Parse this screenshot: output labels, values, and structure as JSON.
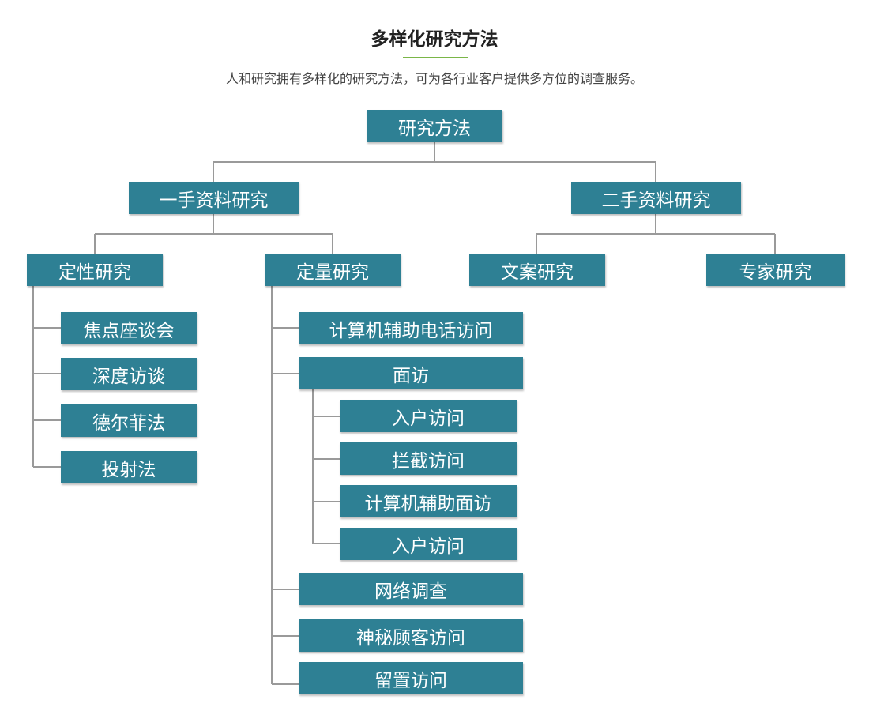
{
  "header": {
    "title": "多样化研究方法",
    "subtitle": "人和研究拥有多样化的研究方法，可为各行业客户提供多方位的调查服务。"
  },
  "colors": {
    "node_fill": "#2e8094",
    "line": "#9a9a9a",
    "title_underline": "#7ab648"
  },
  "diagram": {
    "root": "研究方法",
    "primary": "一手资料研究",
    "secondary": "二手资料研究",
    "qualitative": "定性研究",
    "quantitative": "定量研究",
    "desk": "文案研究",
    "expert": "专家研究",
    "qualitative_items": [
      "焦点座谈会",
      "深度访谈",
      "德尔菲法",
      "投射法"
    ],
    "quantitative_items": [
      "计算机辅助电话访问",
      "面访",
      "网络调查",
      "神秘顾客访问",
      "留置访问"
    ],
    "face_to_face_items": [
      "入户访问",
      "拦截访问",
      "计算机辅助面访",
      "入户访问"
    ]
  }
}
